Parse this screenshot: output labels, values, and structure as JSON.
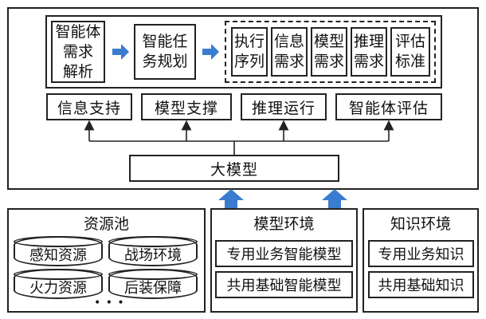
{
  "flow_nodes": {
    "agent_req": "智能体\n需求\n解析",
    "task_plan": "智能任\n务规划",
    "exec_seq": "执行\n序列",
    "info_req": "信息\n需求",
    "model_req": "模型\n需求",
    "reason_req": "推理\n需求",
    "eval_std": "评估\n标准"
  },
  "support_row": [
    "信息支持",
    "模型支撑",
    "推理运行",
    "智能体评估"
  ],
  "large_model": "大模型",
  "resource_pool": {
    "title": "资源池",
    "items": [
      "感知资源",
      "战场环境",
      "火力资源",
      "后装保障"
    ],
    "more": "• • •"
  },
  "model_env": {
    "title": "模型环境",
    "items": [
      "专用业务智能模型",
      "共用基础智能模型"
    ]
  },
  "knowledge_env": {
    "title": "知识环境",
    "items": [
      "专用业务知识",
      "共用基础知识"
    ]
  },
  "colors": {
    "arrow_blue": "#3a7dd0",
    "line": "#222222"
  }
}
